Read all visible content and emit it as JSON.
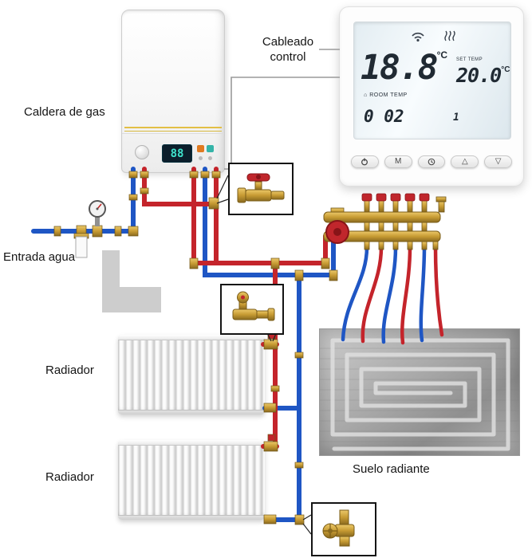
{
  "labels": {
    "cableado_control": "Cableado control",
    "caldera_de_gas": "Caldera de gas",
    "entrada_agua": "Entrada agua",
    "radiador_1": "Radiador",
    "radiador_2": "Radiador",
    "suelo_radiante": "Suelo radiante"
  },
  "boiler": {
    "display_value": "88"
  },
  "thermostat": {
    "room_temp": {
      "icon": "⌂",
      "label": "ROOM TEMP",
      "value": "18.8",
      "unit": "°C"
    },
    "set_temp": {
      "label": "SET TEMP",
      "value": "20.0",
      "unit": "°C"
    },
    "clock": {
      "time": "0 02",
      "day": "1"
    },
    "buttons": [
      {
        "name": "power-button",
        "label": ""
      },
      {
        "name": "mode-button",
        "label": "M"
      },
      {
        "name": "clock-button",
        "label": ""
      },
      {
        "name": "up-button",
        "label": "△"
      },
      {
        "name": "down-button",
        "label": "▽"
      }
    ]
  },
  "colors": {
    "hot_pipe": "#c4242b",
    "cold_pipe": "#1f56c4",
    "brass": "#c79b33",
    "pump_red": "#c0262c"
  }
}
